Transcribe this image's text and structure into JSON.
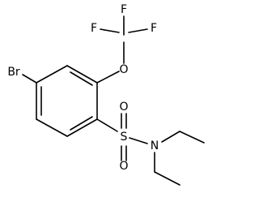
{
  "molecule": {
    "atoms": {
      "f_top": "F",
      "f_left": "F",
      "f_right": "F",
      "carbon_cf3": "C",
      "oxygen_ether": "O",
      "bromine": "Br",
      "sulfur": "S",
      "oxygen_s_upper": "O",
      "oxygen_s_lower": "O",
      "nitrogen": "N"
    }
  }
}
